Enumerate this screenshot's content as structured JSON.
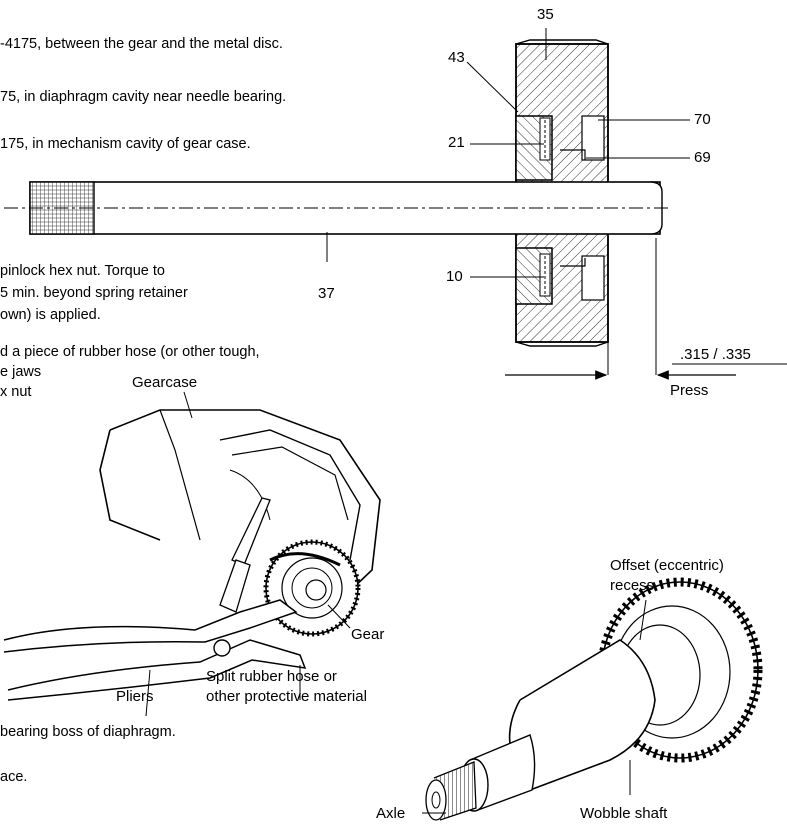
{
  "instructions": {
    "line1": "-4175, between the gear and the metal disc.",
    "line2": "75, in diaphragm cavity near needle bearing.",
    "line3": "175, in mechanism cavity of gear case.",
    "line4": "pinlock hex nut. Torque to",
    "line5": "5 min. beyond spring retainer",
    "line6": "own) is applied.",
    "line7": "d a piece of rubber hose (or other tough,",
    "line8": "e jaws",
    "line9": "x nut",
    "line10": "bearing boss of diaphragm.",
    "line11": "ace."
  },
  "section_callouts": {
    "c35": "35",
    "c43": "43",
    "c21": "21",
    "c70": "70",
    "c69": "69",
    "c10": "10",
    "c37": "37",
    "dimension": ".315 / .335",
    "press": "Press"
  },
  "pliers_labels": {
    "gearcase": "Gearcase",
    "gear": "Gear",
    "hose_line1": "Split rubber hose or",
    "hose_line2": "other protective material",
    "pliers": "Pliers"
  },
  "wobble_labels": {
    "recess_line1": "Offset (eccentric)",
    "recess_line2": "recess",
    "axle": "Axle",
    "wobble_shaft": "Wobble shaft"
  }
}
